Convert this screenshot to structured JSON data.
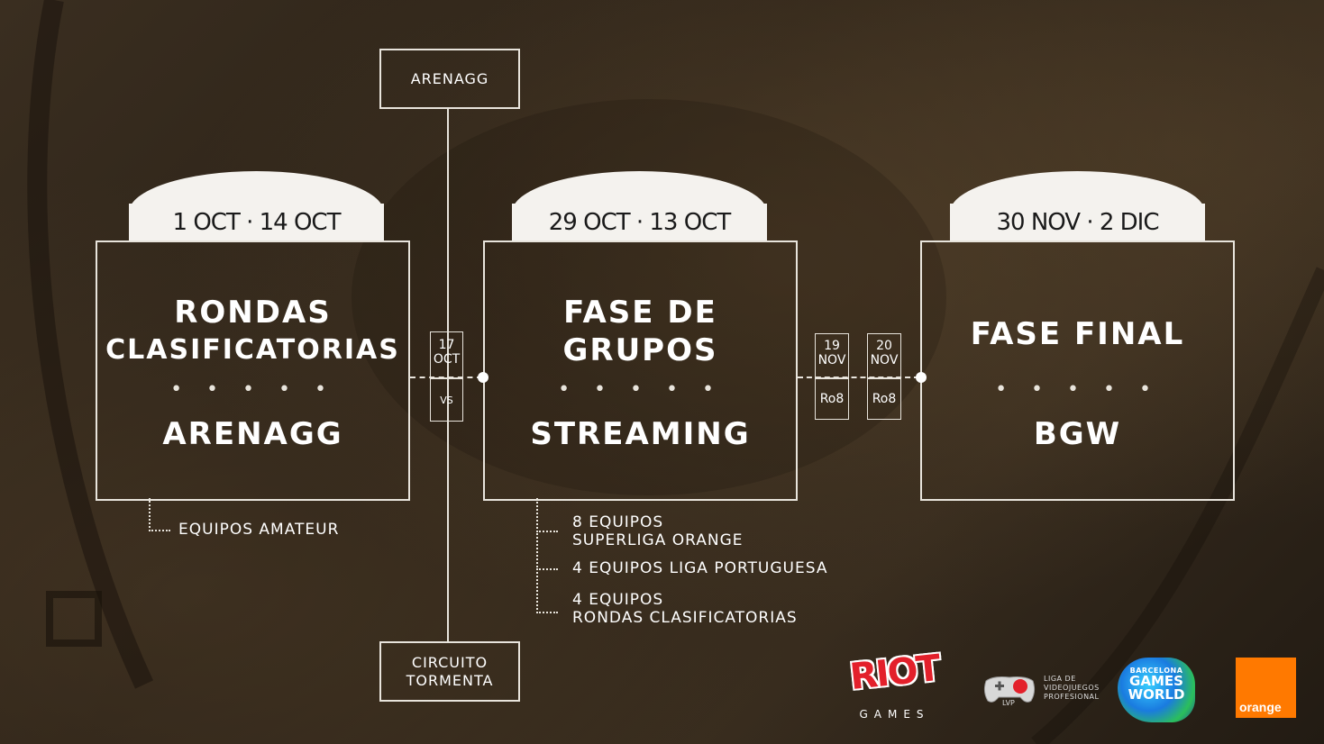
{
  "top_box": {
    "label": "ARENAGG"
  },
  "bottom_box": {
    "line1": "CIRCUITO",
    "line2": "TORMENTA"
  },
  "stage1": {
    "date": "1 OCT · 14 OCT",
    "title_line1": "RONDAS",
    "title_line2": "CLASIFICATORIAS",
    "dots": "• • • • •",
    "venue": "ARENAGG",
    "note": "EQUIPOS AMATEUR"
  },
  "stage2": {
    "date": "29 OCT · 13 OCT",
    "title_line1": "FASE DE",
    "title_line2": "GRUPOS",
    "dots": "• • • • •",
    "venue": "STREAMING",
    "notes": [
      {
        "line1": "8 EQUIPOS",
        "line2": "SUPERLIGA ORANGE"
      },
      {
        "line1": "4 EQUIPOS LIGA PORTUGUESA",
        "line2": ""
      },
      {
        "line1": "4 EQUIPOS",
        "line2": "RONDAS CLASIFICATORIAS"
      }
    ]
  },
  "stage3": {
    "date": "30 NOV · 2 DIC",
    "title_line1": "FASE FINAL",
    "dots": "• • • • •",
    "venue": "BGW"
  },
  "match1": {
    "day": "17",
    "month": "OCT",
    "label": "VS"
  },
  "match2": {
    "day": "19",
    "month": "NOV",
    "label": "Ro8"
  },
  "match3": {
    "day": "20",
    "month": "NOV",
    "label": "Ro8"
  },
  "logos": {
    "riot_main": "RIOT",
    "riot_sub": "GAMES",
    "lvp_name": "LVP",
    "lvp_text1": "LIGA DE",
    "lvp_text2": "VIDEOJUEGOS",
    "lvp_text3": "PROFESIONAL",
    "bgw_line1": "BARCELONA",
    "bgw_line2": "GAMES",
    "bgw_line3": "WORLD",
    "orange": "orange"
  },
  "colors": {
    "line": "#e8e4dc",
    "label_bg": "#f4f2ee",
    "orange": "#ff7900"
  }
}
